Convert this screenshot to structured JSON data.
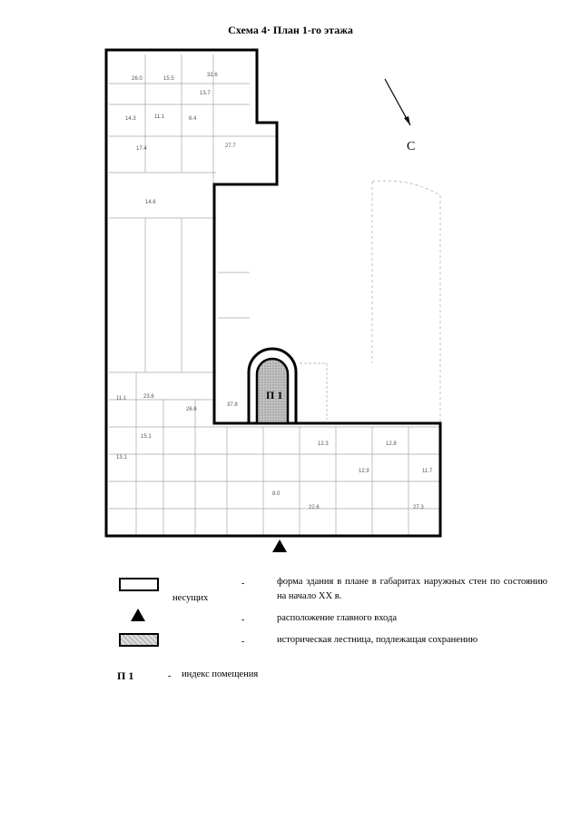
{
  "title": "Схема 4· План 1-го этажа",
  "compass": {
    "label": "С"
  },
  "plan": {
    "stair_label": "П 1",
    "room_labels": [
      "26.0",
      "15.5",
      "32.6",
      "13.7",
      "14.3",
      "11.1",
      "6.4",
      "17.4",
      "14.6",
      "23.6",
      "26.6",
      "37.8",
      "27.7",
      "11.1",
      "15.1",
      "12.3",
      "12.8",
      "11.7",
      "27.3",
      "13.1",
      "8.0",
      "22.6",
      "12.9"
    ]
  },
  "legend": {
    "items": [
      {
        "dash": "-",
        "text": "форма здания в плане в габаритах наружных стен по состоянию на начало XX в.",
        "prefix": "несущих"
      },
      {
        "dash": "-",
        "text": "расположение главного входа"
      },
      {
        "dash": "-",
        "text": "историческая лестница, подлежащая сохранению"
      }
    ],
    "index_key": "П 1",
    "index_dash": "-",
    "index_text": "индекс помещения"
  },
  "colors": {
    "outline": "#000000",
    "inner_lines": "#9a9a9a",
    "stair_fill": "#c4c4c4"
  }
}
